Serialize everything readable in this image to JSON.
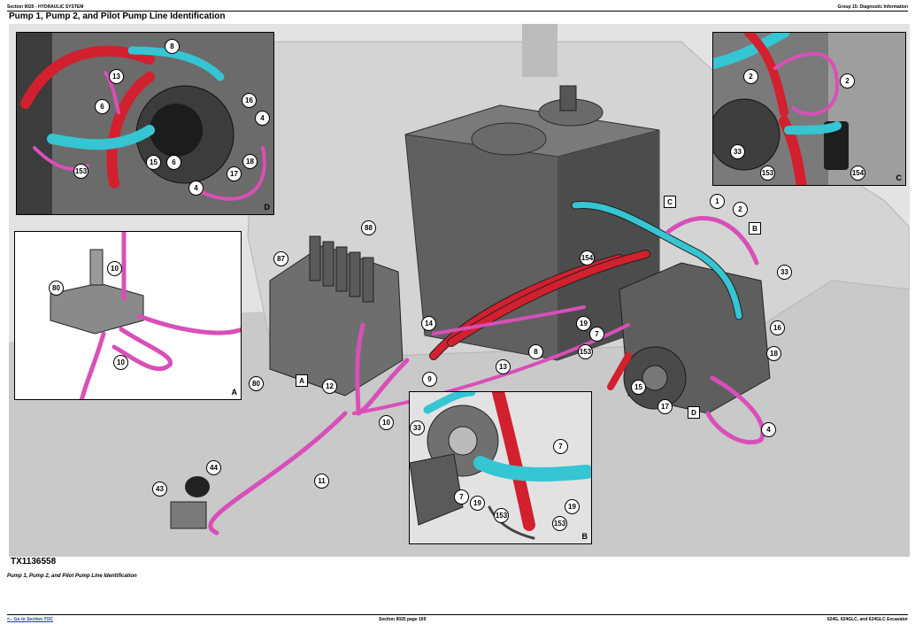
{
  "header": {
    "section": "Section 9025 - HYDRAULIC SYSTEM",
    "group": "Group 15: Diagnostic Information"
  },
  "page_title": "Pump 1, Pump 2, and Pilot Pump Line Identification",
  "figure": {
    "id": "TX1136558",
    "caption": "Pump 1, Pump 2, and Pilot Pump Line Identification",
    "main_callouts": [
      "88",
      "87",
      "80",
      "14",
      "13",
      "12",
      "9",
      "10",
      "11",
      "44",
      "43",
      "8",
      "154",
      "1",
      "2",
      "33",
      "19",
      "7",
      "16",
      "153",
      "15",
      "18",
      "17",
      "4"
    ],
    "main_tags": [
      "A",
      "B",
      "C",
      "D"
    ],
    "insets": {
      "d": {
        "tag": "D",
        "callouts": [
          "8",
          "13",
          "6",
          "16",
          "4",
          "15",
          "6",
          "18",
          "153",
          "17",
          "4"
        ]
      },
      "a": {
        "tag": "A",
        "callouts": [
          "10",
          "80",
          "10"
        ]
      },
      "c": {
        "tag": "C",
        "callouts": [
          "2",
          "2",
          "33",
          "153",
          "154"
        ]
      },
      "b": {
        "tag": "B",
        "callouts": [
          "33",
          "7",
          "7",
          "19",
          "153",
          "153",
          "19"
        ]
      }
    }
  },
  "colors": {
    "pilot_line": "#d94fb8",
    "pressure_line": "#d2202e",
    "suction_line": "#35c5d3",
    "tank": "#5b5b5b"
  },
  "footer": {
    "link": "<-- Go to Section TOC",
    "page": "Section 9025 page 169",
    "model": "624G, 624GLC, and 624GLC Excavator"
  }
}
